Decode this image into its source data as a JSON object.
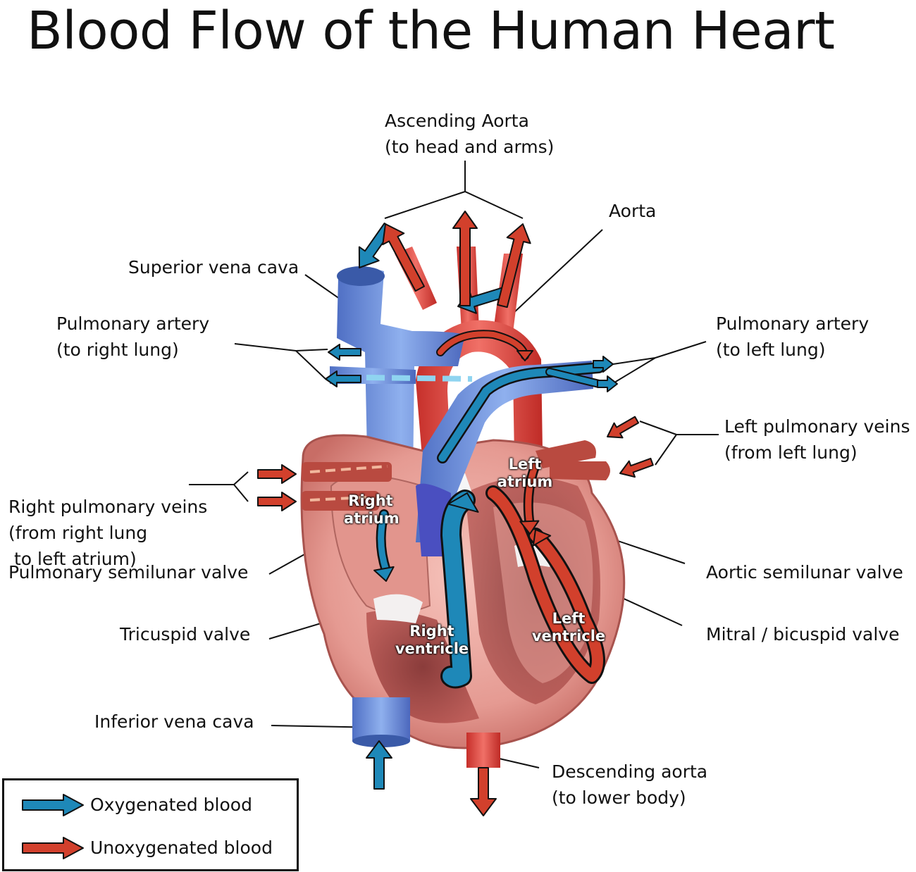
{
  "title": "Blood Flow of the Human Heart",
  "labels": {
    "ascending_aorta": [
      "Ascending Aorta",
      "(to head and arms)"
    ],
    "aorta": "Aorta",
    "superior_vena_cava": "Superior vena cava",
    "pulmonary_artery_right": [
      "Pulmonary artery",
      "(to right lung)"
    ],
    "pulmonary_artery_left": [
      "Pulmonary artery",
      "(to left lung)"
    ],
    "left_pulmonary_veins": [
      "Left pulmonary veins",
      "(from left lung)"
    ],
    "right_pulmonary_veins": [
      "Right pulmonary veins",
      "(from right lung",
      " to left atrium)"
    ],
    "pulmonary_semilunar_valve": "Pulmonary semilunar valve",
    "aortic_semilunar_valve": "Aortic semilunar valve",
    "tricuspid_valve": "Tricuspid valve",
    "mitral_valve": "Mitral / bicuspid valve",
    "inferior_vena_cava": "Inferior vena cava",
    "descending_aorta": [
      "Descending aorta",
      "(to lower body)"
    ]
  },
  "chambers": {
    "right_atrium": [
      "Right",
      "atrium"
    ],
    "left_atrium": [
      "Left",
      "atrium"
    ],
    "right_ventricle": [
      "Right",
      "ventricle"
    ],
    "left_ventricle": [
      "Left",
      "ventricle"
    ]
  },
  "legend": {
    "oxygenated": "Oxygenated blood",
    "unoxygenated": "Unoxygenated blood"
  },
  "colors": {
    "blue_arrow": "#1e88b8",
    "red_arrow": "#d2402c",
    "vein_blue": "#6f8fd8",
    "artery_red": "#d8433a",
    "heart_pink": "#e9a19a"
  }
}
